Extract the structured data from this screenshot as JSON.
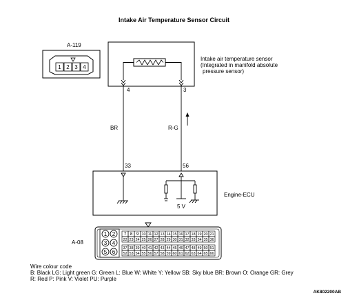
{
  "title": "Intake Air Temperature Sensor Circuit",
  "connector_a119": {
    "label": "A-119",
    "pins": [
      "1",
      "2",
      "3",
      "4"
    ]
  },
  "sensor": {
    "name_line1": "Intake air temperature sensor",
    "name_line2": "(Integrated in manifold absolute",
    "name_line3": "pressure sensor)"
  },
  "wires": {
    "left_pin_top": "4",
    "right_pin_top": "3",
    "left_color": "BR",
    "right_color": "R-G",
    "left_pin_bottom": "33",
    "right_pin_bottom": "56"
  },
  "ecu": {
    "label": "Engine-ECU",
    "voltage": "5 V"
  },
  "connector_a08": {
    "label": "A-08",
    "left_pins": [
      "1",
      "2",
      "3",
      "4",
      "5",
      "6"
    ],
    "row1": [
      "7",
      "8",
      "9",
      "10",
      "11",
      "12",
      "13",
      "14",
      "15",
      "16",
      "17",
      "18",
      "19",
      "20",
      "21"
    ],
    "row2": [
      "22",
      "23",
      "24",
      "25",
      "26",
      "27",
      "28",
      "29",
      "30",
      "31",
      "32",
      "33",
      "34",
      "35",
      "36"
    ],
    "row3": [
      "37",
      "38",
      "39",
      "40",
      "41",
      "42",
      "43",
      "44",
      "45",
      "46",
      "47",
      "48",
      "49",
      "50",
      "51"
    ],
    "row4": [
      "52",
      "53",
      "54",
      "55",
      "56",
      "57",
      "58",
      "59",
      "60",
      "61",
      "62",
      "63",
      "64",
      "65",
      "66"
    ]
  },
  "legend": {
    "heading": "Wire colour code",
    "line1": "B: Black  LG: Light green  G: Green  L: Blue  W: White  Y: Yellow  SB: Sky blue  BR: Brown  O: Orange  GR: Grey",
    "line2": "R: Red  P: Pink  V: Violet  PU: Purple"
  },
  "figure_code": "AK802200AB"
}
